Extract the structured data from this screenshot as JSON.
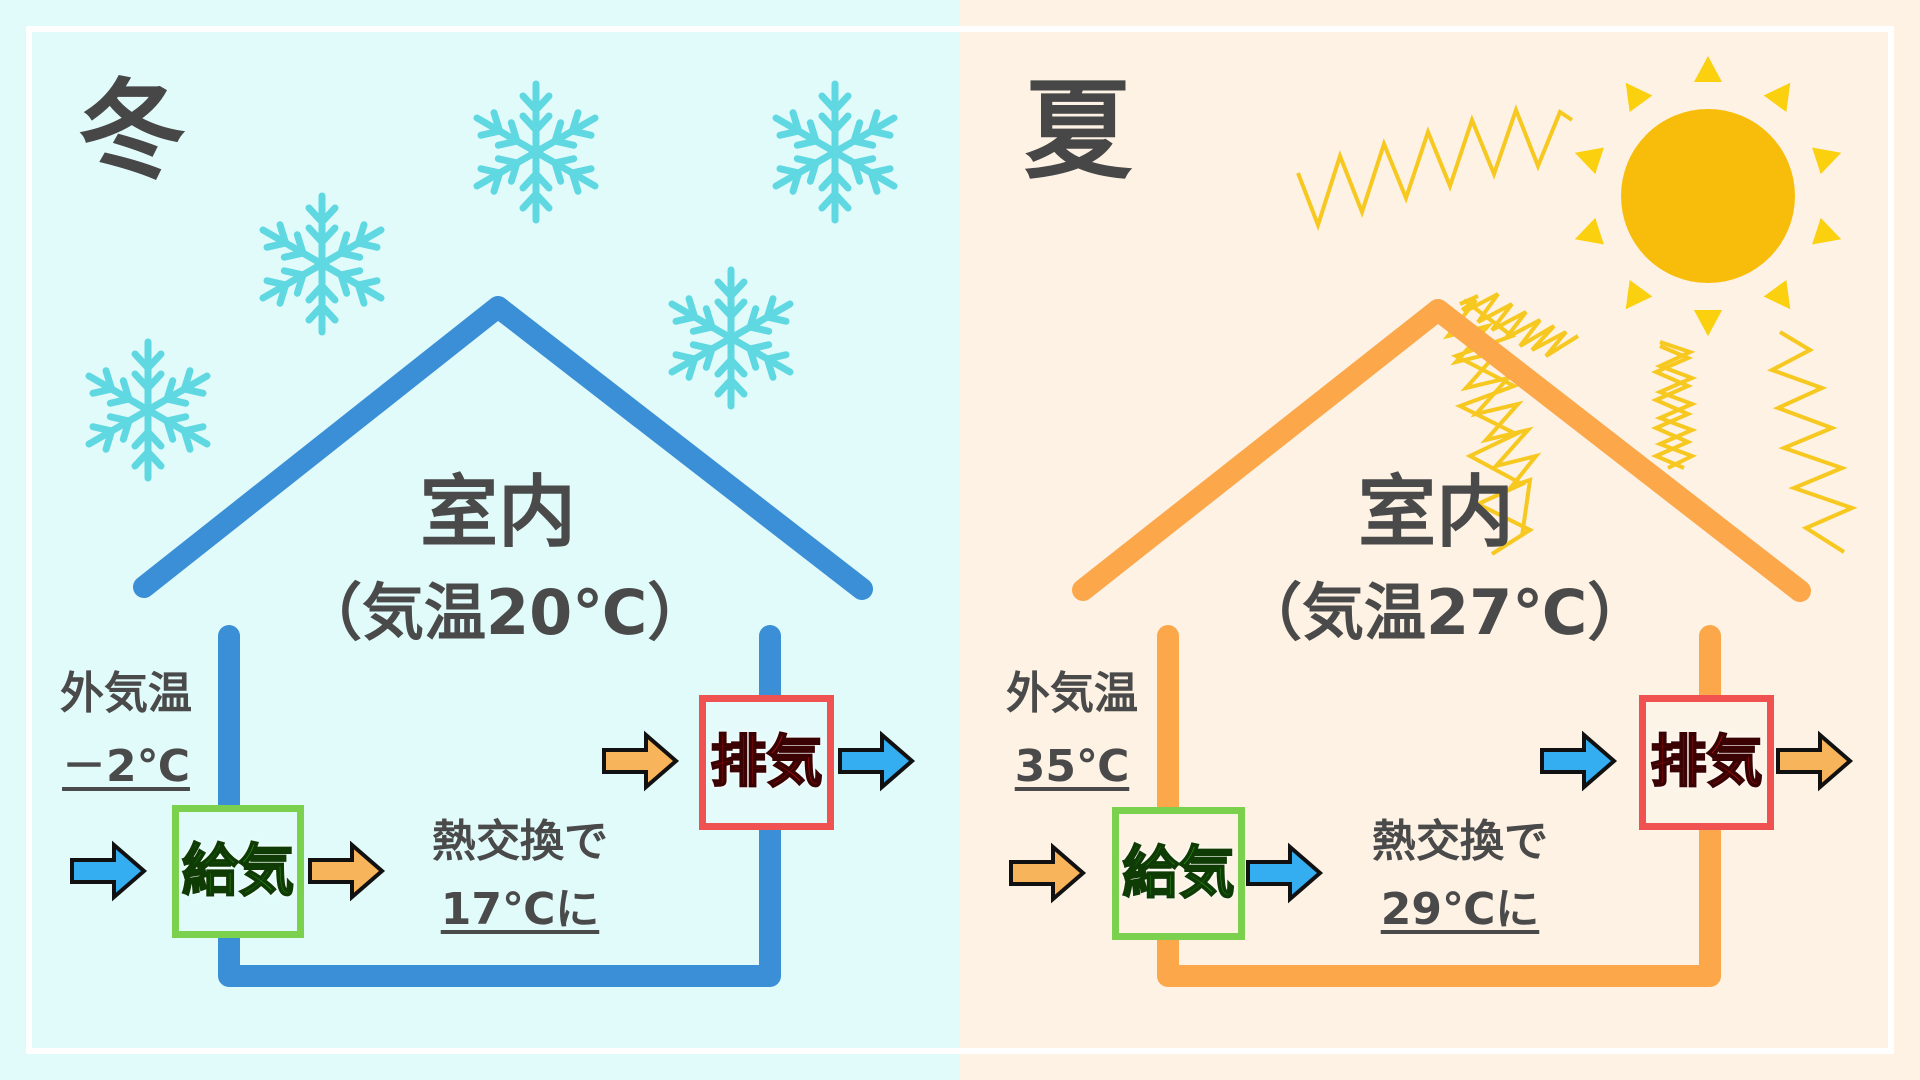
{
  "winter": {
    "season": "冬",
    "room_title": "室内",
    "room_temp": "（気温20℃）",
    "outside_label": "外気温",
    "outside_temp": "－2℃",
    "supply_label": "給気",
    "exhaust_label": "排気",
    "exchange_text": "熱交換で",
    "exchange_result": "17℃に",
    "bg_color": "#e1fbfb",
    "house_color": "#3a8fd6",
    "snow_color": "#5fd8e2"
  },
  "summer": {
    "season": "夏",
    "room_title": "室内",
    "room_temp": "（気温27℃）",
    "outside_label": "外気温",
    "outside_temp": "35℃",
    "supply_label": "給気",
    "exhaust_label": "排気",
    "exchange_text": "熱交換で",
    "exchange_result": "29℃に",
    "bg_color": "#fdf2e4",
    "house_color": "#fba74a",
    "sun_color": "#f8bd0b",
    "ray_color": "#f7c820"
  },
  "arrow_colors": {
    "cold": "#35aef1",
    "warm": "#f7b45a",
    "outline": "#111111"
  }
}
